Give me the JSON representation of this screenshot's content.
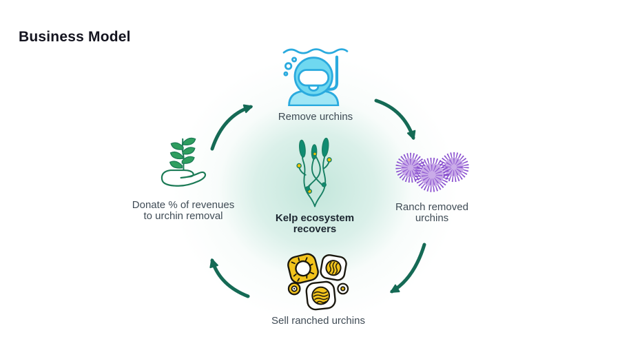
{
  "title": "Business Model",
  "nodes": {
    "top": {
      "icon": "diver-icon",
      "label": "Remove urchins"
    },
    "right": {
      "icon": "urchins-icon",
      "label_line1": "Ranch removed",
      "label_line2": "urchins"
    },
    "bottom": {
      "icon": "uni-sushi-icon",
      "label": "Sell ranched urchins"
    },
    "left": {
      "icon": "hand-plant-icon",
      "label_line1": "Donate % of revenues",
      "label_line2": "to urchin removal"
    },
    "center": {
      "icon": "kelp-icon",
      "label_line1": "Kelp ecosystem",
      "label_line2": "recovers"
    }
  },
  "cycle_direction": "clockwise",
  "colors": {
    "arrow": "#156a55",
    "title_text": "#14141f",
    "label_text": "#3f4b55",
    "center_text": "#1c2630",
    "glow": "#c3e6db",
    "diver_stroke": "#2aaade",
    "diver_fill": "#6fd8f0",
    "diver_fill_light": "#9fe6f5",
    "plant_stroke": "#1b7a55",
    "leaf_fill": "#2f9e5f",
    "urchin_body": "#c9abe8",
    "urchin_spike": "#8a50cf",
    "uni_yellow": "#f2c31c",
    "uni_outline": "#1a170e",
    "kelp_stroke": "#177f63",
    "kelp_blade": "#108c72",
    "kelp_bulb": "#f3c400"
  }
}
